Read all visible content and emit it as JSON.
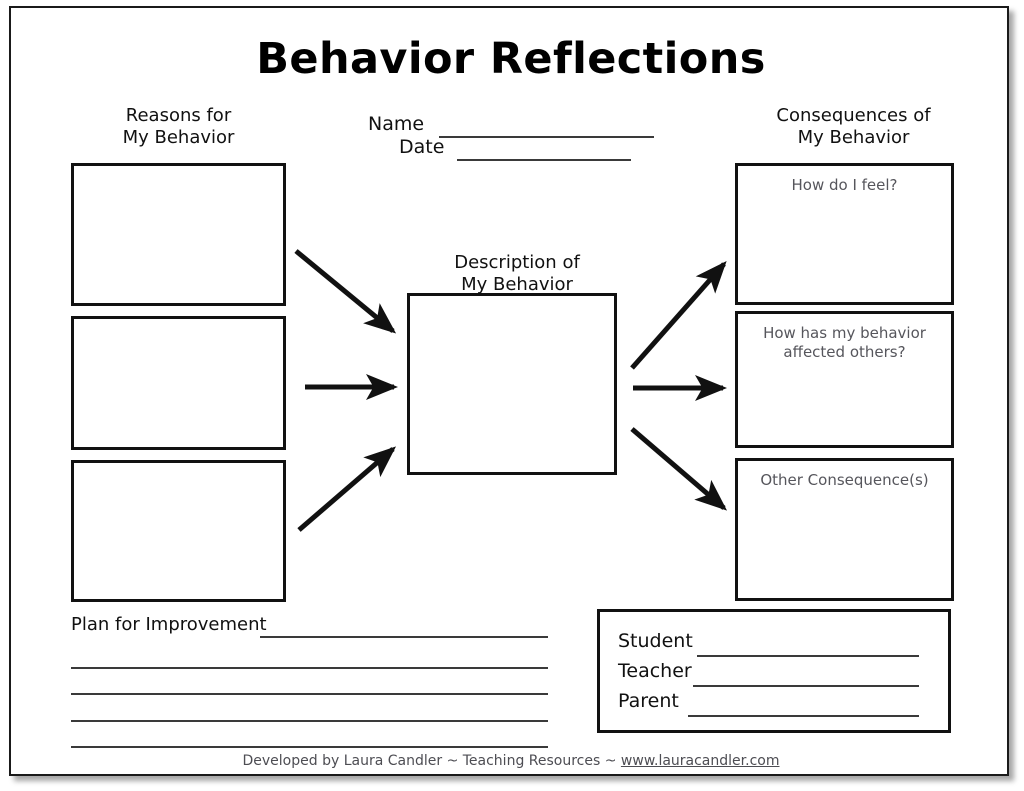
{
  "page": {
    "title": "Behavior Reflections"
  },
  "header": {
    "left_heading": "Reasons for\nMy Behavior",
    "left_heading_line1": "Reasons for",
    "left_heading_line2": "My Behavior",
    "right_heading_line1": "Consequences of",
    "right_heading_line2": "My Behavior",
    "name_label": "Name",
    "date_label": "Date"
  },
  "center": {
    "heading_line1": "Description of",
    "heading_line2": "My Behavior"
  },
  "reasons_boxes": [
    {
      "value": ""
    },
    {
      "value": ""
    },
    {
      "value": ""
    }
  ],
  "consequence_boxes": [
    {
      "prompt_line1": "How do I feel?",
      "prompt_line2": "",
      "value": ""
    },
    {
      "prompt_line1": "How has my behavior",
      "prompt_line2": "affected others?",
      "value": ""
    },
    {
      "prompt_line1": "Other Consequence(s)",
      "prompt_line2": "",
      "value": ""
    }
  ],
  "plan": {
    "label": "Plan for Improvement",
    "blank_lines": 4
  },
  "signatures": [
    {
      "label": "Student"
    },
    {
      "label": "Teacher"
    },
    {
      "label": "Parent"
    }
  ],
  "footer": {
    "credit": "Developed by Laura Candler ~ Teaching Resources ~ ",
    "url": "www.lauracandler.com"
  },
  "colors": {
    "ink": "#111111",
    "prompt_gray": "#56565c",
    "rule_gray": "#3a3a3a",
    "paper": "#ffffff"
  }
}
